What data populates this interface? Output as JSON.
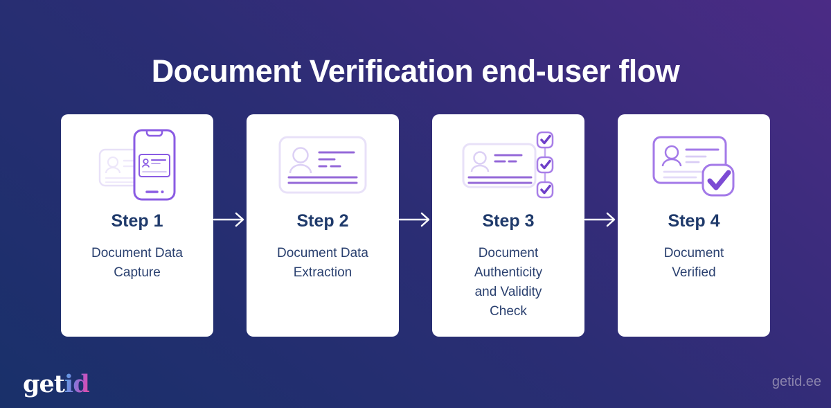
{
  "title": "Document Verification end-user flow",
  "steps": [
    {
      "label": "Step 1",
      "description": [
        "Document Data",
        "Capture"
      ],
      "icon": "phone-document-capture-icon"
    },
    {
      "label": "Step 2",
      "description": [
        "Document Data",
        "Extraction"
      ],
      "icon": "id-card-data-icon"
    },
    {
      "label": "Step 3",
      "description": [
        "Document",
        "Authenticity",
        "and Validity",
        "Check"
      ],
      "icon": "id-card-checklist-icon"
    },
    {
      "label": "Step 4",
      "description": [
        "Document",
        "Verified"
      ],
      "icon": "id-card-verified-badge-icon"
    }
  ],
  "arrows": {
    "count": 3,
    "color": "#FFFFFF",
    "icon": "right-arrow-icon"
  },
  "footer": {
    "logo": {
      "part1": "get",
      "part2": "id"
    },
    "website": "getid.ee"
  },
  "colors": {
    "background_start": "#19306A",
    "background_mid": "#2B2D74",
    "background_end": "#4B2B85",
    "card_background": "#FFFFFF",
    "heading_text": "#FFFFFF",
    "step_title_text": "#1F3A6B",
    "step_description_text": "#2A406F",
    "icon_accent_purple": "#8A5BE3",
    "icon_medium_purple": "#9468D8",
    "icon_light_lavender": "#E8E1F8",
    "icon_faded_lavender": "#DCD0F5",
    "checkmark_purple": "#6E3FC8",
    "logo_gradient_start": "#58A9E9",
    "logo_gradient_end": "#E9519B",
    "website_text": "#8B84AC"
  }
}
